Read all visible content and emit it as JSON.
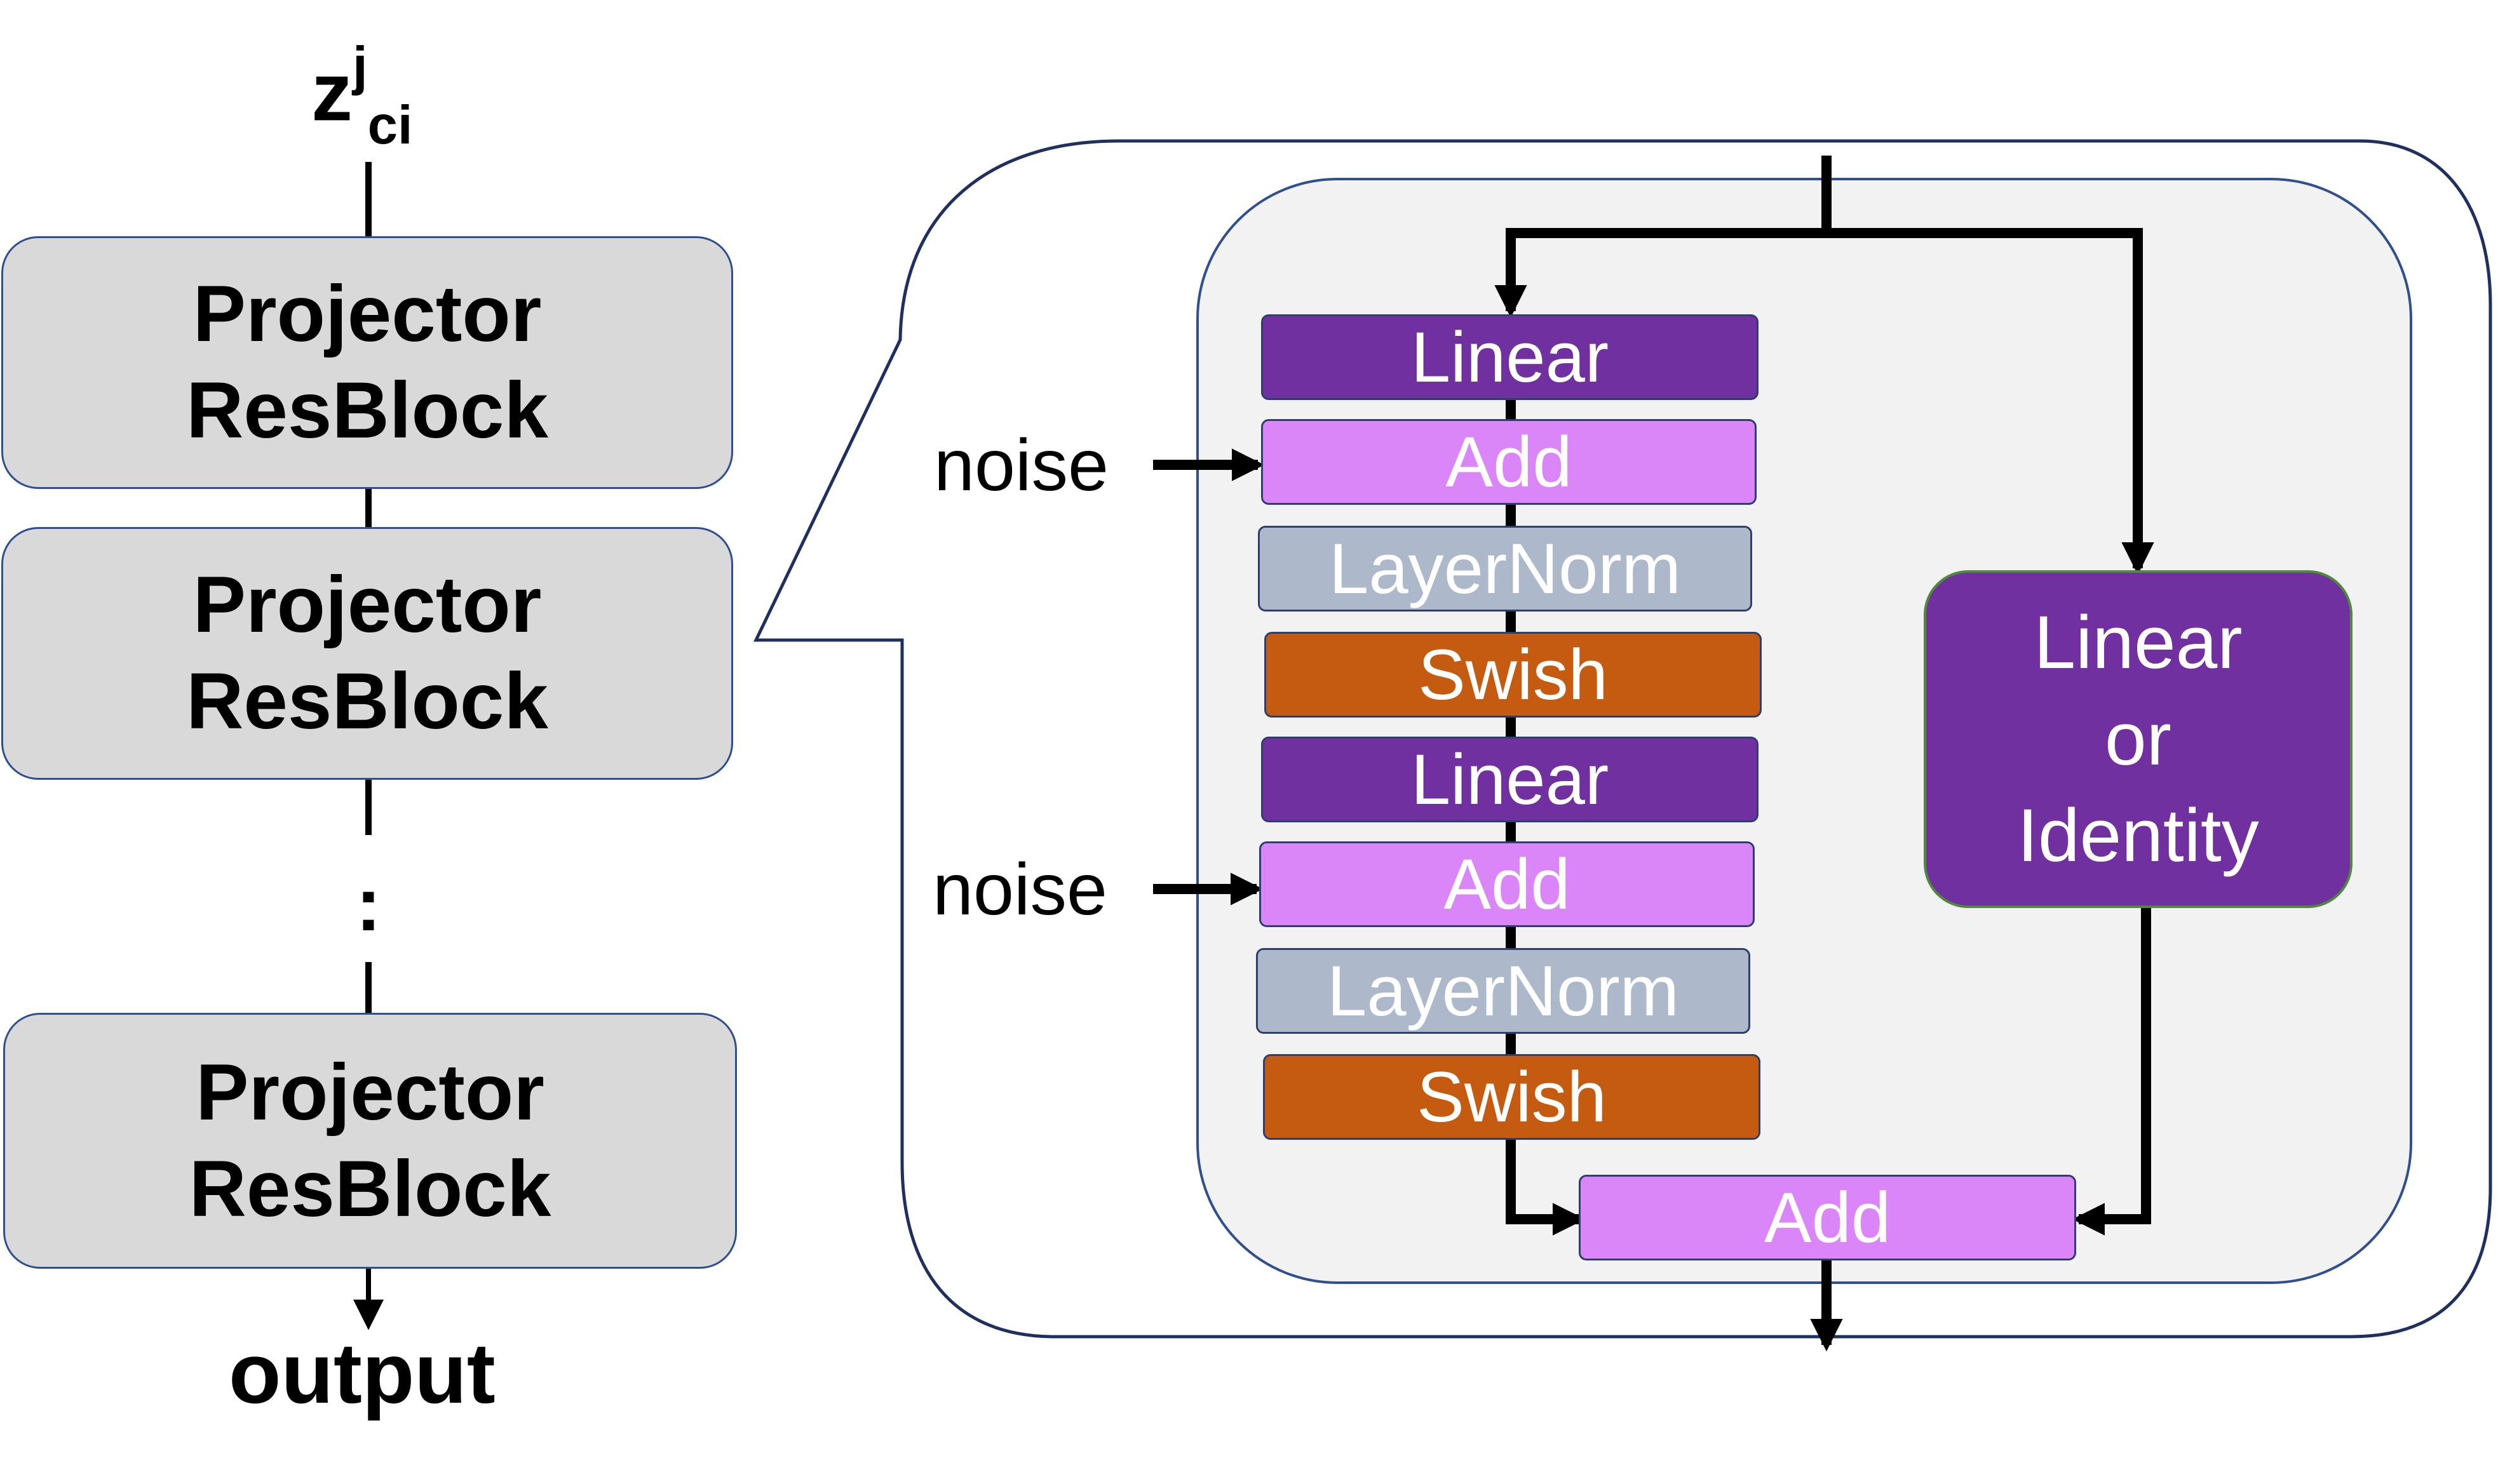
{
  "input_label": {
    "base": "z",
    "sup": "j",
    "sub": "ci"
  },
  "output_label": "output",
  "projector_blocks": [
    {
      "line1": "Projector",
      "line2": "ResBlock"
    },
    {
      "line1": "Projector",
      "line2": "ResBlock"
    },
    {
      "line1": "Projector",
      "line2": "ResBlock"
    }
  ],
  "ellipsis": ":",
  "detail": {
    "layers": [
      {
        "label": "Linear",
        "kind": "linear"
      },
      {
        "label": "Add",
        "kind": "add"
      },
      {
        "label": "LayerNorm",
        "kind": "layernorm"
      },
      {
        "label": "Swish",
        "kind": "swish"
      },
      {
        "label": "Linear",
        "kind": "linear"
      },
      {
        "label": "Add",
        "kind": "add"
      },
      {
        "label": "LayerNorm",
        "kind": "layernorm"
      },
      {
        "label": "Swish",
        "kind": "swish"
      }
    ],
    "noise_labels": [
      "noise",
      "noise"
    ],
    "bypass": {
      "line1": "Linear",
      "line2": "or",
      "line3": "Identity"
    },
    "final_add": "Add"
  },
  "colors": {
    "linear": "#7030a0",
    "add": "#da85f8",
    "layernorm": "#adb9ca",
    "swish": "#c55a11",
    "projector": "#d9d9d9",
    "inner_panel": "#f2f2f2"
  }
}
